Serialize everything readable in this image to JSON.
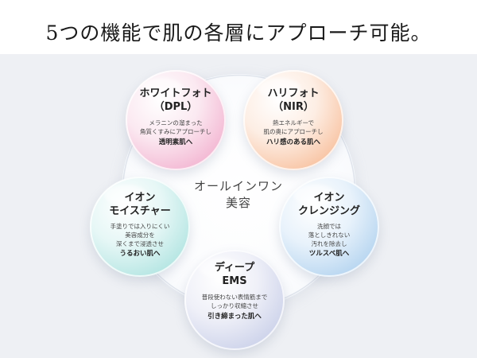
{
  "header": {
    "title": "5つの機能で肌の各層にアプローチ可能。"
  },
  "center": {
    "line1": "オールインワン",
    "line2": "美容"
  },
  "bubbles": [
    {
      "title1": "ホワイトフォト",
      "title2": "（DPL）",
      "desc1": "メラニンの溜まった",
      "desc2": "角質くすみにアプローチし",
      "desc3": "",
      "result": "透明素肌へ",
      "color": "#f3b6d2"
    },
    {
      "title1": "ハリフォト",
      "title2": "（NIR）",
      "desc1": "熱エネルギーで",
      "desc2": "肌の奥にアプローチし",
      "desc3": "",
      "result": "ハリ感のある肌へ",
      "color": "#f8c3a2"
    },
    {
      "title1": "イオン",
      "title2": "モイスチャー",
      "desc1": "手塗りでは入りにくい",
      "desc2": "美容成分を",
      "desc3": "深くまで浸透させ",
      "result": "うるおい肌へ",
      "color": "#b3e5e2"
    },
    {
      "title1": "イオン",
      "title2": "クレンジング",
      "desc1": "洗顔では",
      "desc2": "落としきれない",
      "desc3": "汚れを除去し",
      "result": "ツルスベ肌へ",
      "color": "#b6d5f0"
    },
    {
      "title1": "ディープ",
      "title2": "EMS",
      "desc1": "普段使わない表情筋まで",
      "desc2": "しっかり収縮させ",
      "desc3": "",
      "result": "引き締まった肌へ",
      "color": "#ccd2ea"
    }
  ]
}
